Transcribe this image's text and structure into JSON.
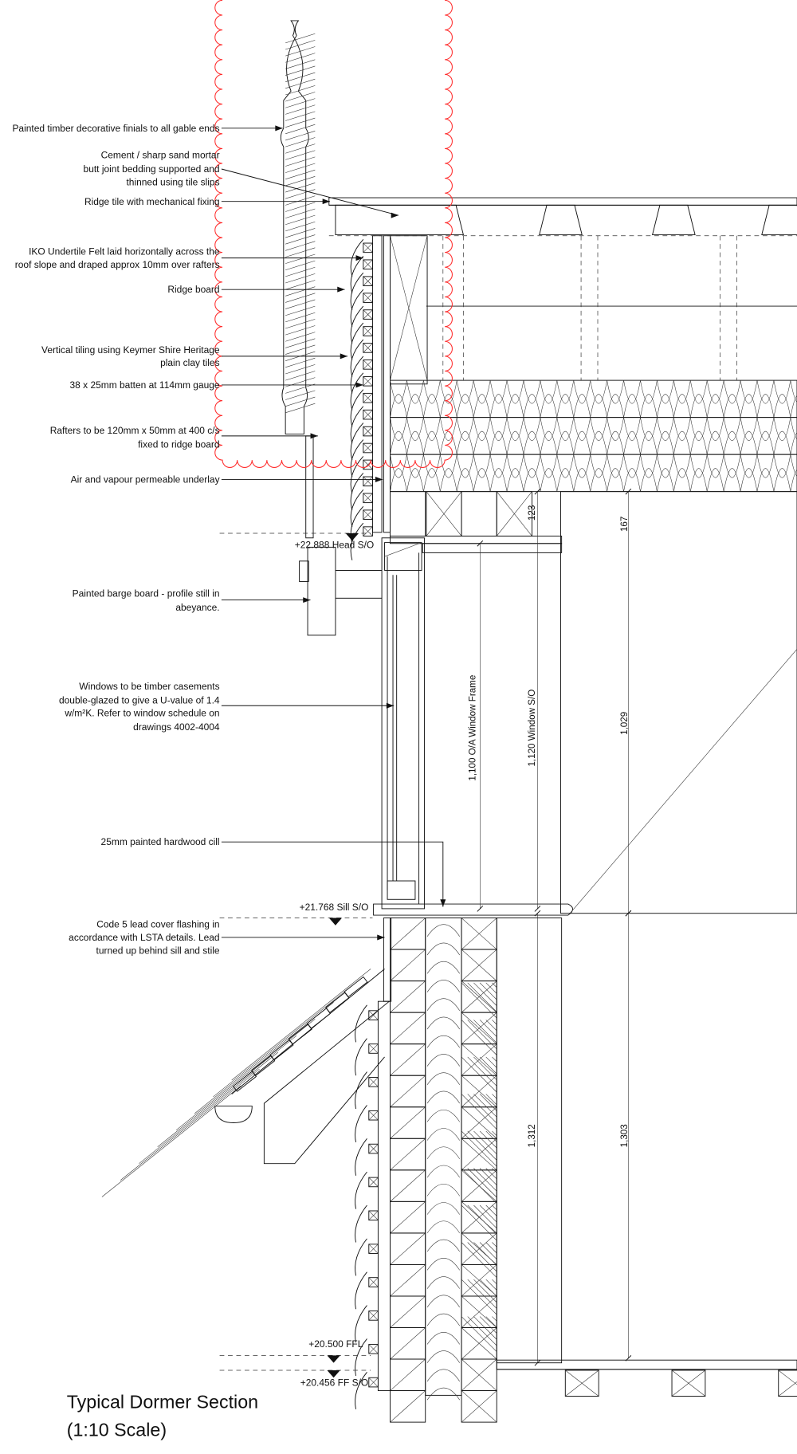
{
  "title": {
    "line1": "Typical Dormer Section",
    "line2": "(1:10 Scale)"
  },
  "annotations": [
    {
      "id": "finials",
      "lines": [
        "Painted timber decorative finials to all gable ends"
      ]
    },
    {
      "id": "mortar",
      "lines": [
        "Cement / sharp sand mortar",
        "butt joint bedding supported and",
        "thinned using tile slips"
      ]
    },
    {
      "id": "ridge-tile",
      "lines": [
        "Ridge tile with mechanical fixing"
      ]
    },
    {
      "id": "felt",
      "lines": [
        "IKO Undertile Felt laid horizontally across the",
        "roof slope and draped approx 10mm over rafters"
      ]
    },
    {
      "id": "ridge-board",
      "lines": [
        "Ridge board"
      ]
    },
    {
      "id": "vertical-tiling",
      "lines": [
        "Vertical tiling using Keymer Shire Heritage",
        "plain clay tiles"
      ]
    },
    {
      "id": "batten",
      "lines": [
        "38 x 25mm  batten at 114mm gauge"
      ]
    },
    {
      "id": "rafters",
      "lines": [
        "Rafters to be 120mm x 50mm at 400 c/s",
        "fixed to ridge board"
      ]
    },
    {
      "id": "underlay",
      "lines": [
        "Air and vapour permeable underlay"
      ]
    },
    {
      "id": "barge-board",
      "lines": [
        "Painted barge board - profile still in",
        "abeyance."
      ]
    },
    {
      "id": "windows",
      "lines": [
        "Windows to be timber casements",
        "double-glazed to give a U-value of 1.4",
        "w/m²K. Refer to window schedule on",
        "drawings 4002-4004"
      ]
    },
    {
      "id": "cill",
      "lines": [
        "25mm painted hardwood cill"
      ]
    },
    {
      "id": "lead",
      "lines": [
        "Code 5 lead cover flashing in",
        "accordance with LSTA details. Lead",
        "turned up behind sill and stile"
      ]
    }
  ],
  "levels": [
    {
      "id": "head",
      "text": "+22.888 Head S/O"
    },
    {
      "id": "sill",
      "text": "+21.768 Sill S/O"
    },
    {
      "id": "ffl",
      "text": "+20.500 FFL"
    },
    {
      "id": "ff-so",
      "text": "+20.456 FF S/O"
    }
  ],
  "dimensions": [
    {
      "id": "frame",
      "text": "1,100 O/A Window Frame"
    },
    {
      "id": "window-so",
      "text": "1,120 Window S/O"
    },
    {
      "id": "d1029",
      "text": "1,029"
    },
    {
      "id": "d167",
      "text": "167"
    },
    {
      "id": "d123",
      "text": "123"
    },
    {
      "id": "d1312",
      "text": "1,312"
    },
    {
      "id": "d1303",
      "text": "1,303"
    }
  ],
  "colors": {
    "revision_cloud": "#ff2a2a",
    "line": "#111111"
  }
}
